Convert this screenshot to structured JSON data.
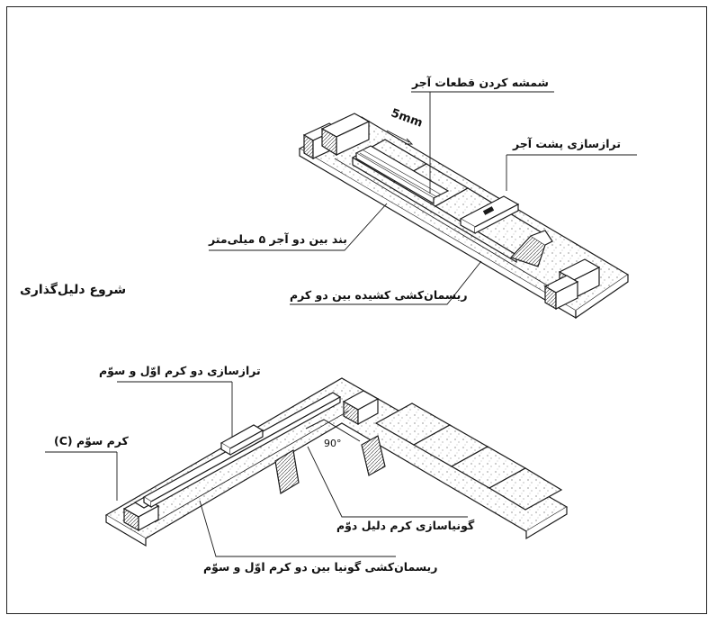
{
  "labels": {
    "brick_tapping": "شمشه کردن قطعات آجر",
    "brick_back_level": "ترازسازی پشت آجر",
    "joint_5mm": "بند بین دو آجر ۵ میلی‌متر",
    "start_laying": "شروع دلیل‌گذاری",
    "string_between": "ریسمان‌کشی کشیده بین دو کرم",
    "level_first_third": "ترازسازی دو کرم اوّل و سوّم",
    "third_pier": "کرم سوّم (C)",
    "square_second": "گونیاسازی کرم دلیل دوّم",
    "string_square": "ریسمان‌کشی گونیا بین دو کرم اوّل و سوّم"
  },
  "annotations": {
    "gap": "5mm",
    "angle": "90°"
  },
  "colors": {
    "ink": "#1a1a1a",
    "paper": "#ffffff"
  }
}
